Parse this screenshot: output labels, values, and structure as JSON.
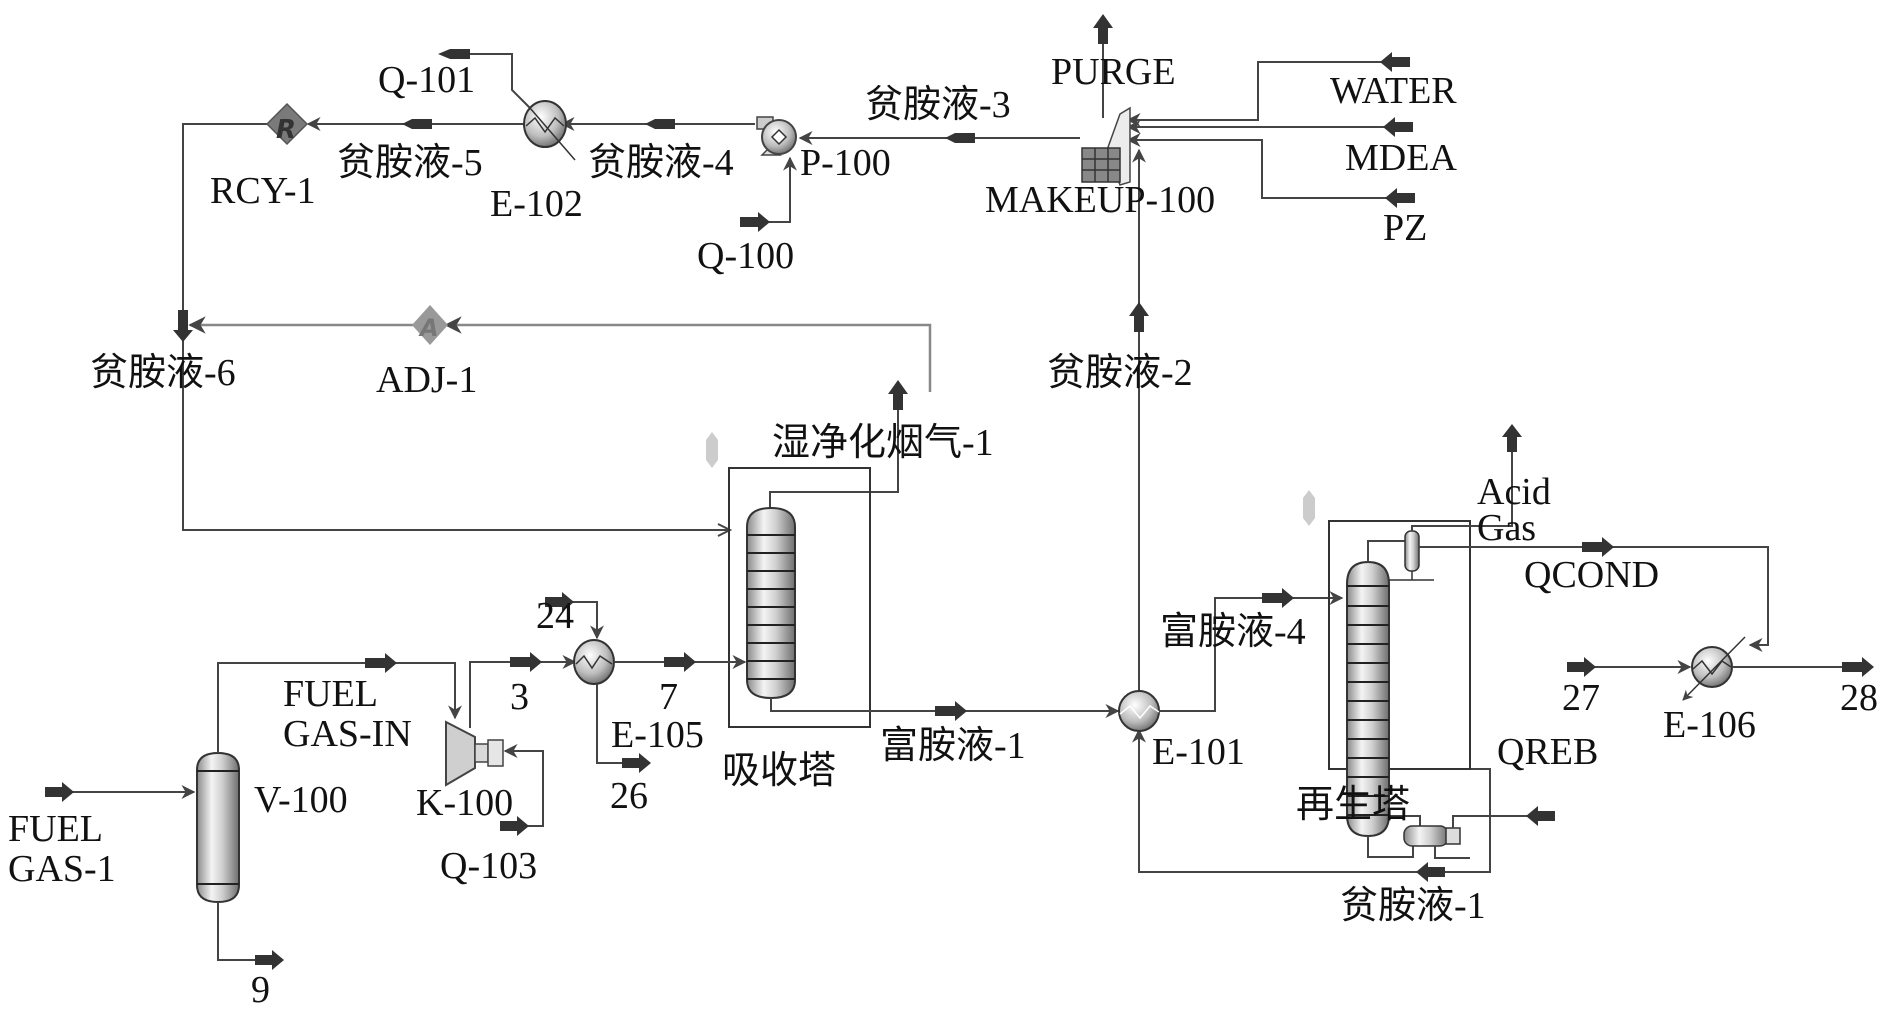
{
  "diagram": {
    "type": "process-flow-diagram",
    "units": {
      "rcy": "RCY-1",
      "e102": "E-102",
      "p100": "P-100",
      "makeup": "MAKEUP-100",
      "adj": "ADJ-1",
      "absorber": "吸收塔",
      "e105": "E-105",
      "k100": "K-100",
      "v100": "V-100",
      "e101": "E-101",
      "regenerator": "再生塔",
      "e106": "E-106"
    },
    "streams": {
      "q101": "Q-101",
      "lean5": "贫胺液-5",
      "lean4": "贫胺液-4",
      "lean3": "贫胺液-3",
      "q100": "Q-100",
      "purge": "PURGE",
      "water": "WATER",
      "mdea": "MDEA",
      "pz": "PZ",
      "lean6": "贫胺液-6",
      "lean2": "贫胺液-2",
      "clean_gas": "湿净化烟气-1",
      "s24": "24",
      "s3": "3",
      "s7": "7",
      "s26": "26",
      "fuel_gas_in_1": "FUEL",
      "fuel_gas_in_2": "GAS-IN",
      "fuel_gas1_1": "FUEL",
      "fuel_gas1_2": "GAS-1",
      "q103": "Q-103",
      "s9": "9",
      "rich1": "富胺液-1",
      "rich4": "富胺液-4",
      "acid_gas_1": "Acid",
      "acid_gas_2": "Gas",
      "qcond": "QCOND",
      "qreb": "QREB",
      "s27": "27",
      "s28": "28",
      "lean1": "贫胺液-1"
    },
    "colors": {
      "line": "#444444",
      "adjust_line": "#888888",
      "arrow": "#333333",
      "equipment_fill": "#d9d9d9"
    }
  }
}
